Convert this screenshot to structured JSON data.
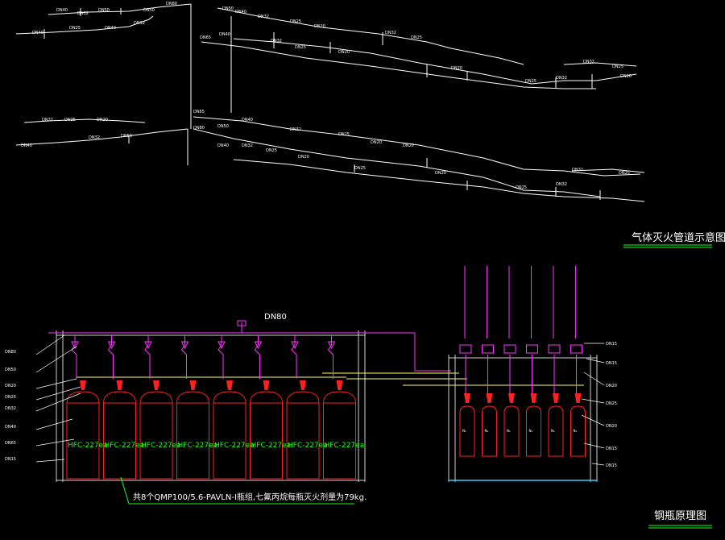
{
  "diagram": {
    "piping_title": "气体灭火管道示意图",
    "cylinder_title": "钢瓶原理图",
    "main_pipe_label": "DN80",
    "agent_label": "HFC-227ea",
    "system_note": "共8个QMP100/5.6-PAVLN-I瓶组,七氟丙烷每瓶灭火剂量为79kg.",
    "n2_label": "N₂",
    "n2_count": 6,
    "agent_count": 8,
    "colors": {
      "pipe_white": "#ffffff",
      "pipe_magenta": "#ff33ff",
      "cylinder_red": "#ff2020",
      "signal_yellow": "#ffff66",
      "note_green": "#1aff1a",
      "frame_gray": "#d0d0d0",
      "base_cyan": "#33ccff"
    }
  }
}
